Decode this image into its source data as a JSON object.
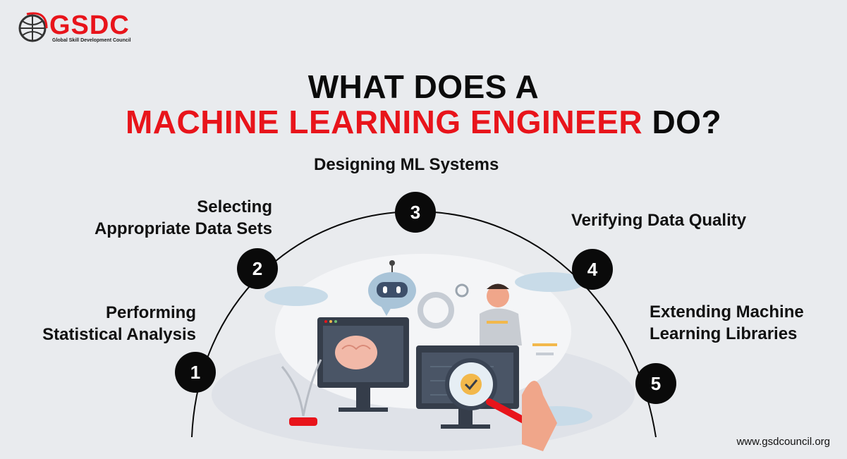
{
  "logo": {
    "name": "GSDC",
    "subtitle": "Global Skill Development Council"
  },
  "title": {
    "line1": "WHAT DOES A",
    "line2_highlight": "MACHINE LEARNING ENGINEER",
    "line2_rest": "DO?"
  },
  "steps": [
    {
      "number": "1",
      "label_line1": "Performing",
      "label_line2": "Statistical Analysis"
    },
    {
      "number": "2",
      "label_line1": "Selecting",
      "label_line2": "Appropriate Data Sets"
    },
    {
      "number": "3",
      "label_line1": "Designing ML Systems",
      "label_line2": ""
    },
    {
      "number": "4",
      "label_line1": "Verifying Data Quality",
      "label_line2": ""
    },
    {
      "number": "5",
      "label_line1": "Extending Machine",
      "label_line2": "Learning Libraries"
    }
  ],
  "footer": {
    "url": "www.gsdcouncil.org"
  },
  "colors": {
    "accent": "#e8141b",
    "text": "#0b0b0b",
    "background": "#e9ebee"
  }
}
